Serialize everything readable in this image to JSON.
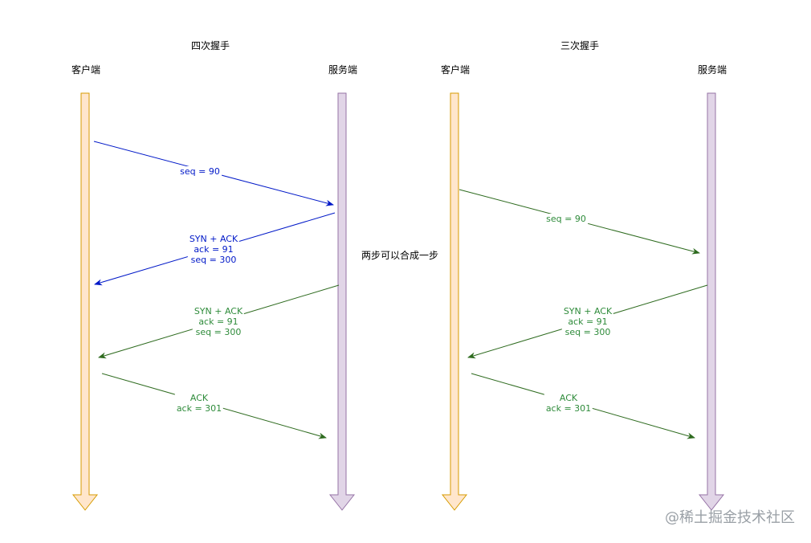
{
  "left": {
    "title": "四次握手",
    "client": "客户端",
    "server": "服务端",
    "msg1": "seq = 90",
    "msg2": "SYN + ACK\nack = 91\nseq = 300",
    "msg3": "SYN + ACK\nack = 91\nseq = 300",
    "msg4": "ACK\nack =  301"
  },
  "right": {
    "title": "三次握手",
    "client": "客户端",
    "server": "服务端",
    "msg1": "seq = 90",
    "msg2": "SYN + ACK\nack = 91\nseq = 300",
    "msg3": "ACK\nack =  301"
  },
  "note": "两步可以合成一步",
  "watermark": "@稀土掘金技术社区",
  "colors": {
    "client_fill": "#ffe6cc",
    "client_stroke": "#d79b00",
    "server_fill": "#e1d5e7",
    "server_stroke": "#9673a6",
    "blue": "#0018c8",
    "green": "#2e7d32"
  }
}
